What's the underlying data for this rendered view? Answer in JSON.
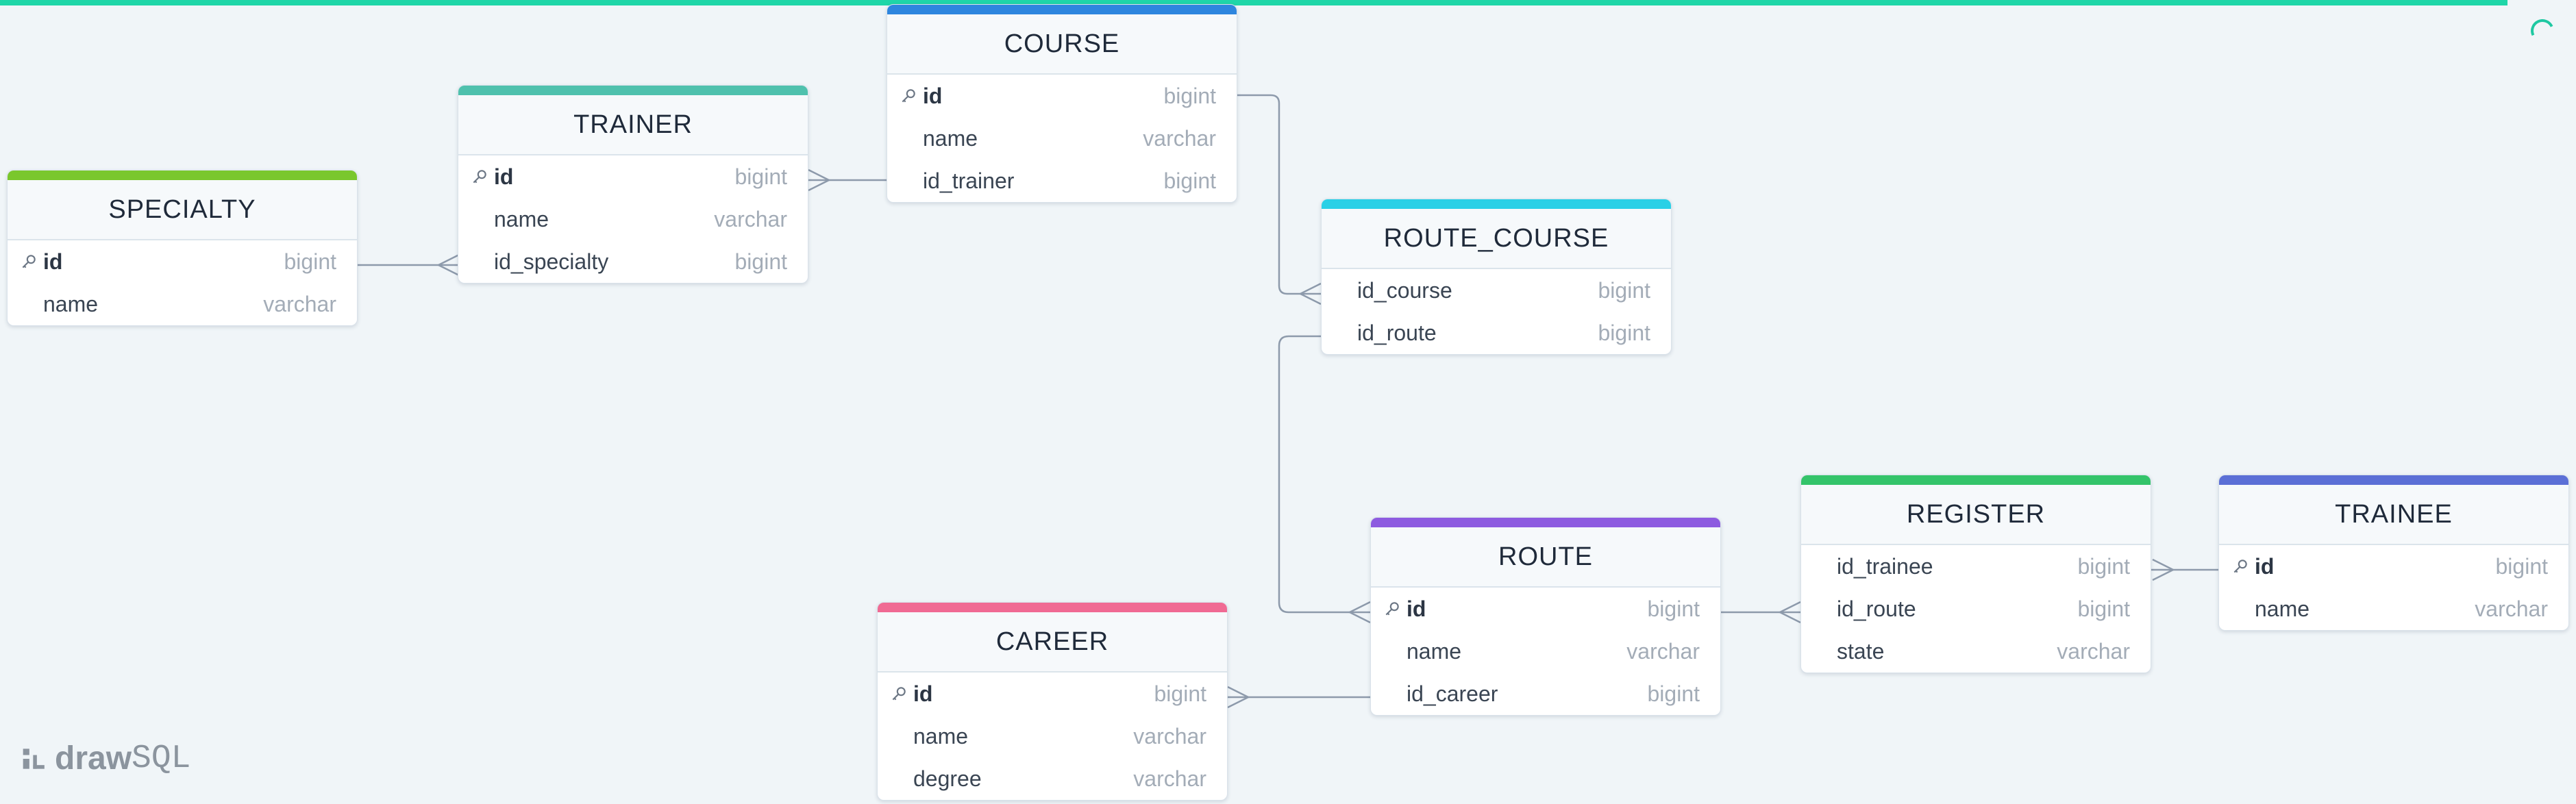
{
  "app": {
    "logo_text_bold": "draw",
    "logo_text_light": "SQL",
    "accent_color": "#1fd6a8"
  },
  "tables": {
    "course": {
      "name": "COURSE",
      "color": "#2e86de",
      "columns": [
        {
          "name": "id",
          "type": "bigint",
          "pk": true
        },
        {
          "name": "name",
          "type": "varchar",
          "pk": false
        },
        {
          "name": "id_trainer",
          "type": "bigint",
          "pk": false
        }
      ]
    },
    "trainer": {
      "name": "TRAINER",
      "color": "#4fc1ad",
      "columns": [
        {
          "name": "id",
          "type": "bigint",
          "pk": true
        },
        {
          "name": "name",
          "type": "varchar",
          "pk": false
        },
        {
          "name": "id_specialty",
          "type": "bigint",
          "pk": false
        }
      ]
    },
    "specialty": {
      "name": "SPECIALTY",
      "color": "#7ac72d",
      "columns": [
        {
          "name": "id",
          "type": "bigint",
          "pk": true
        },
        {
          "name": "name",
          "type": "varchar",
          "pk": false
        }
      ]
    },
    "route_course": {
      "name": "ROUTE_COURSE",
      "color": "#2ad0e6",
      "columns": [
        {
          "name": "id_course",
          "type": "bigint",
          "pk": false
        },
        {
          "name": "id_route",
          "type": "bigint",
          "pk": false
        }
      ]
    },
    "route": {
      "name": "ROUTE",
      "color": "#8d5be0",
      "columns": [
        {
          "name": "id",
          "type": "bigint",
          "pk": true
        },
        {
          "name": "name",
          "type": "varchar",
          "pk": false
        },
        {
          "name": "id_career",
          "type": "bigint",
          "pk": false
        }
      ]
    },
    "register": {
      "name": "REGISTER",
      "color": "#34c46a",
      "columns": [
        {
          "name": "id_trainee",
          "type": "bigint",
          "pk": false
        },
        {
          "name": "id_route",
          "type": "bigint",
          "pk": false
        },
        {
          "name": "state",
          "type": "varchar",
          "pk": false
        }
      ]
    },
    "trainee": {
      "name": "TRAINEE",
      "color": "#5b6fd6",
      "columns": [
        {
          "name": "id",
          "type": "bigint",
          "pk": true
        },
        {
          "name": "name",
          "type": "varchar",
          "pk": false
        }
      ]
    },
    "career": {
      "name": "CAREER",
      "color": "#f06a93",
      "columns": [
        {
          "name": "id",
          "type": "bigint",
          "pk": true
        },
        {
          "name": "name",
          "type": "varchar",
          "pk": false
        },
        {
          "name": "degree",
          "type": "varchar",
          "pk": false
        }
      ]
    }
  },
  "relations": [
    {
      "from": "specialty.id",
      "to": "trainer.id_specialty"
    },
    {
      "from": "trainer.id",
      "to": "course.id_trainer"
    },
    {
      "from": "course.id",
      "to": "route_course.id_course"
    },
    {
      "from": "route.id",
      "to": "route_course.id_route"
    },
    {
      "from": "route.id",
      "to": "register.id_route"
    },
    {
      "from": "trainee.id",
      "to": "register.id_trainee"
    },
    {
      "from": "career.id",
      "to": "route.id_career"
    }
  ]
}
